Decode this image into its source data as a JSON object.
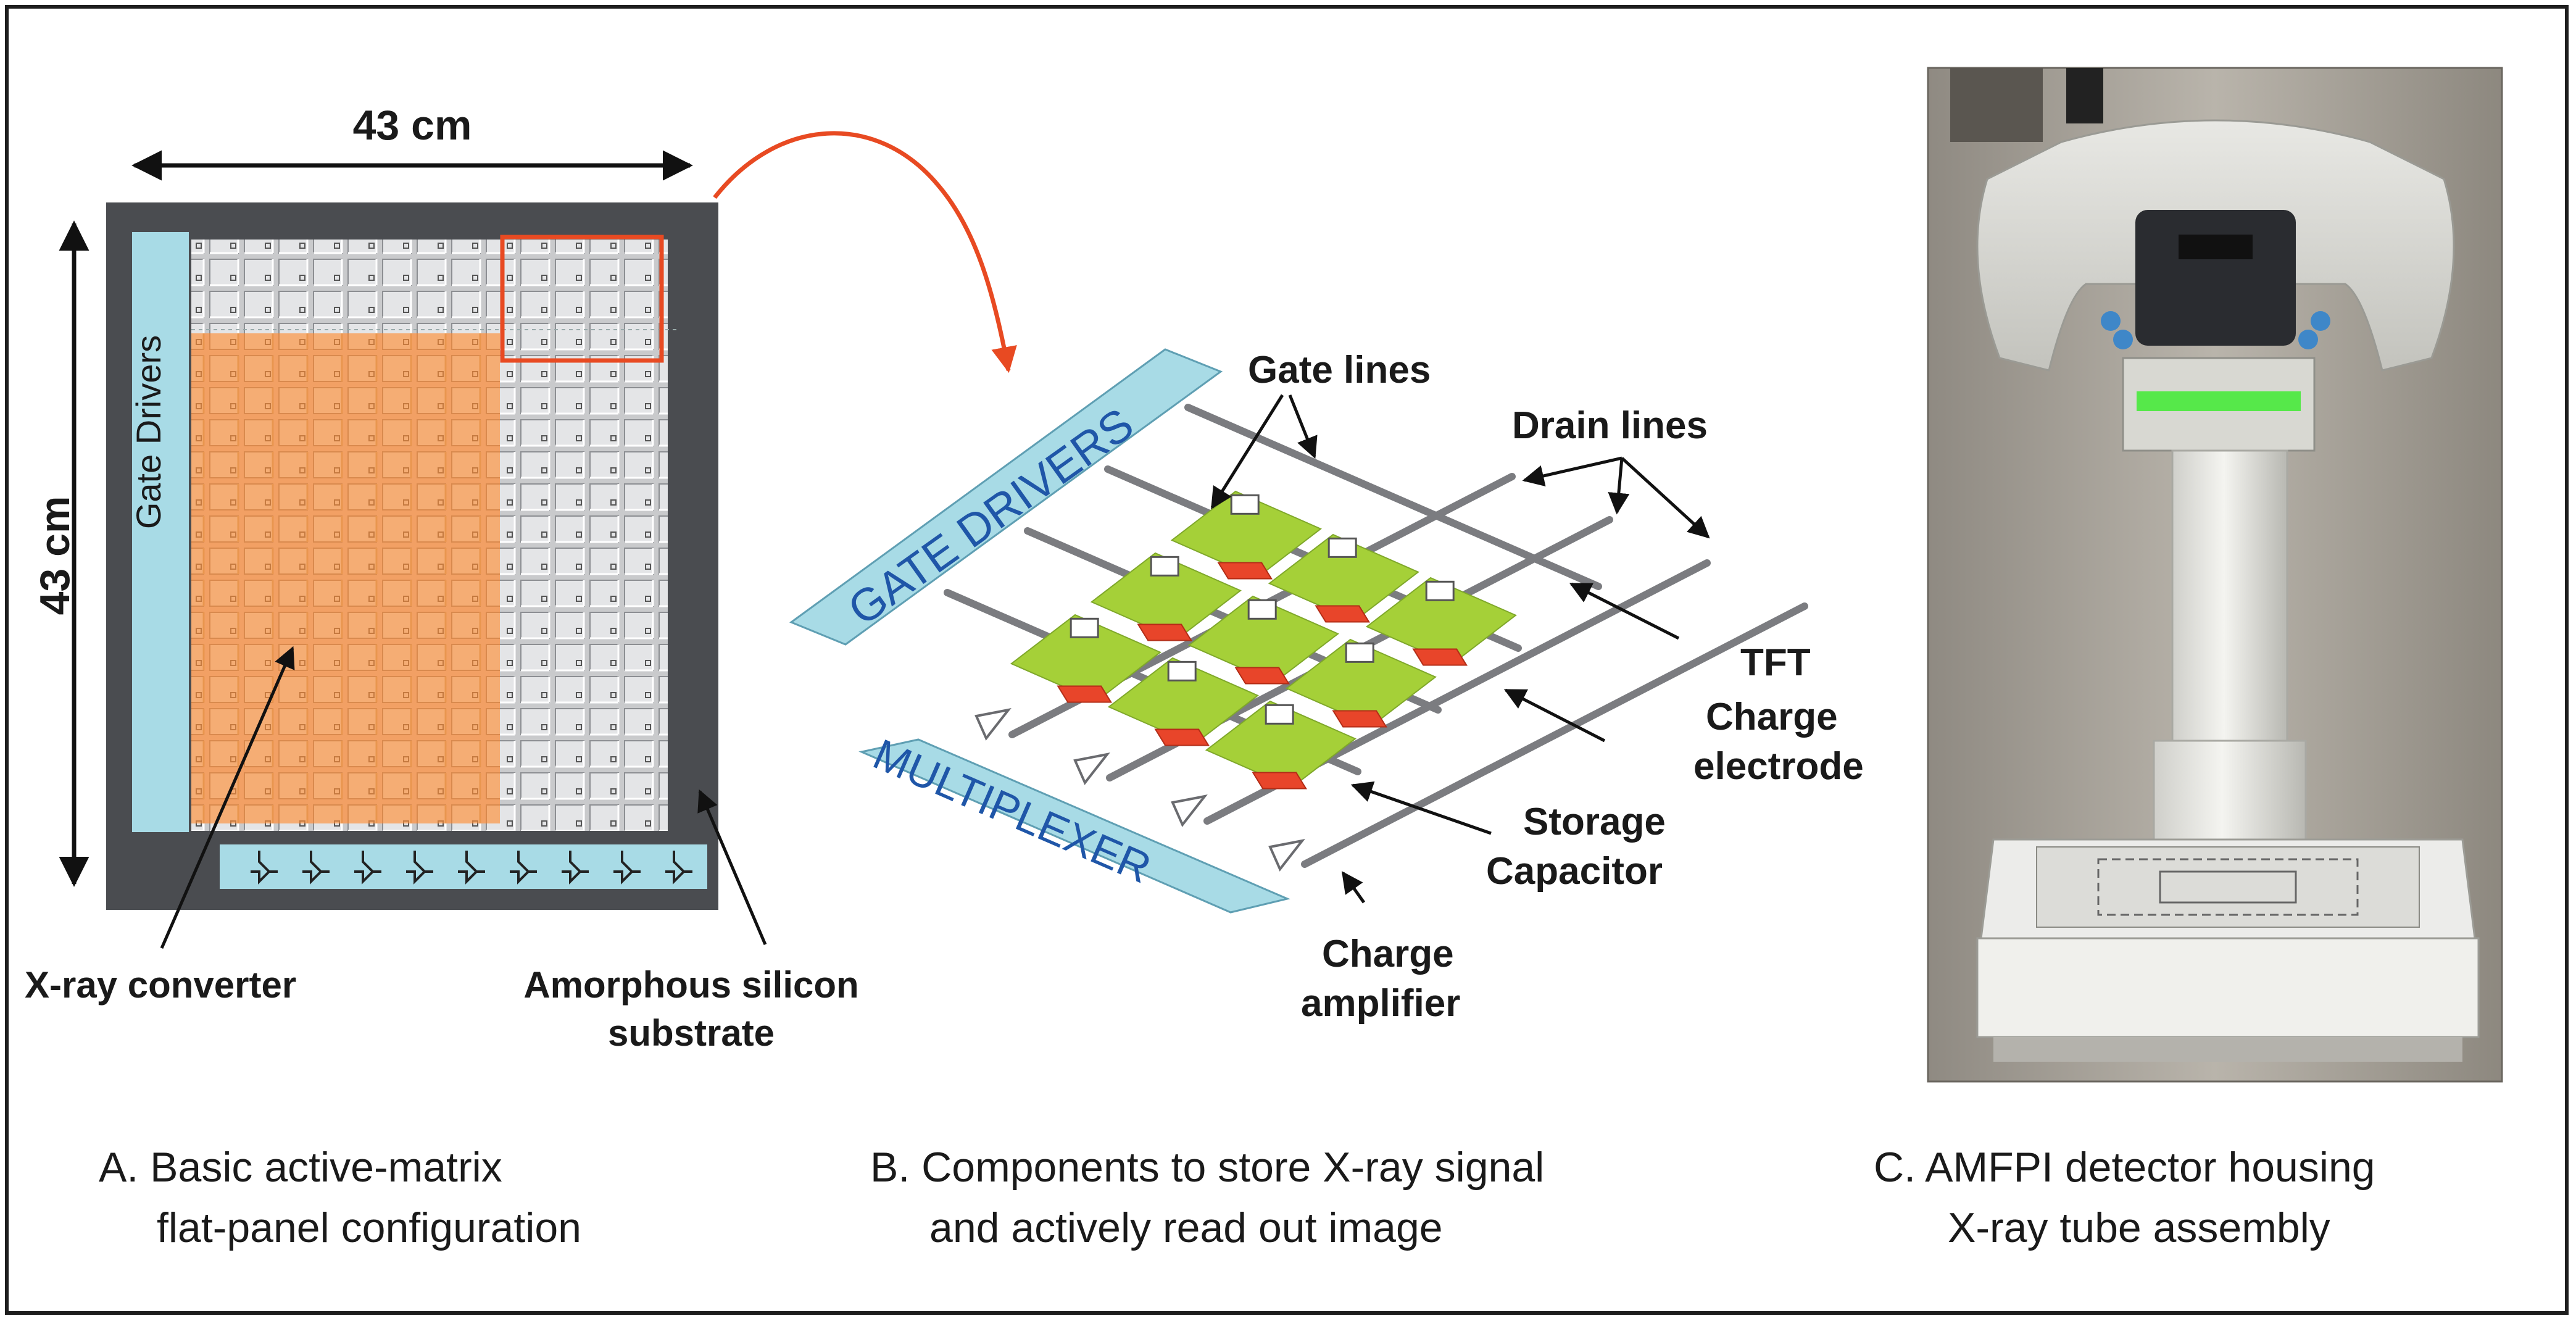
{
  "panel_a": {
    "dim_horizontal": "43 cm",
    "dim_vertical": "43 cm",
    "gate_drivers": "Gate Drivers",
    "xray_converter": "X-ray converter",
    "substrate_line1": "Amorphous silicon",
    "substrate_line2": "substrate",
    "caption_line1": "A. Basic active-matrix",
    "caption_line2": "flat-panel configuration"
  },
  "panel_b": {
    "gate_drivers": "GATE DRIVERS",
    "multiplexer": "MULTIPLEXER",
    "gate_lines": "Gate lines",
    "drain_lines": "Drain lines",
    "tft": "TFT",
    "charge_electrode_line1": "Charge",
    "charge_electrode_line2": "electrode",
    "storage_capacitor_line1": "Storage",
    "storage_capacitor_line2": "Capacitor",
    "charge_amplifier_line1": "Charge",
    "charge_amplifier_line2": "amplifier",
    "caption_line1": "B. Components to store X-ray signal",
    "caption_line2": "and actively read out image"
  },
  "panel_c": {
    "caption_line1": "C. AMFPI detector housing",
    "caption_line2": "X-ray tube assembly"
  },
  "colors": {
    "converter_orange": "#f2a064",
    "pixel_green": "#a5d038",
    "capacitor_red": "#e8452a",
    "driver_cyan": "#a8dbe6",
    "panel_gray": "#4a4c50",
    "accent_red": "#e84a22"
  }
}
